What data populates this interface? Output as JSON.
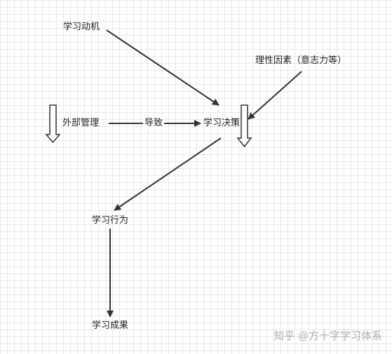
{
  "nodes": {
    "motivation": "学习动机",
    "rational": "理性因素（意志力等）",
    "external": "外部管理",
    "decision": "学习决策",
    "behavior": "学习行为",
    "outcome": "学习成果"
  },
  "edges": {
    "leads_to": "导致"
  },
  "watermark": "知乎 @方十字学习体系",
  "colors": {
    "line": "#333333",
    "grid": "#e6e6e6"
  }
}
